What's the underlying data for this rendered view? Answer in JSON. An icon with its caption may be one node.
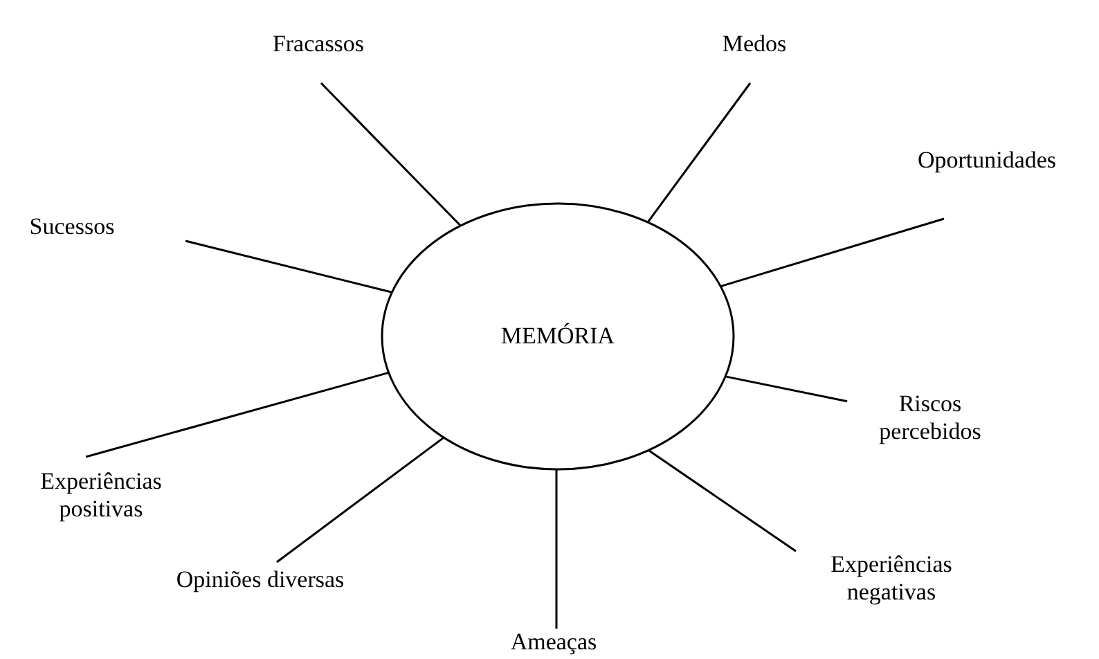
{
  "diagram": {
    "nodes": [
      {
        "text": [
          "MEMÓRIA"
        ]
      },
      {
        "text": [
          "Fracassos"
        ]
      },
      {
        "text": [
          "Medos"
        ]
      },
      {
        "text": [
          "Sucessos"
        ]
      },
      {
        "text": [
          "Oportunidades"
        ]
      },
      {
        "text": [
          "Riscos percebidos"
        ]
      },
      {
        "text": [
          "Experiências positivas"
        ]
      },
      {
        "text": [
          "Opiniões diversas"
        ]
      },
      {
        "text": [
          "Experiências negativas"
        ]
      },
      {
        "text": [
          "Ameaças"
        ]
      }
    ],
    "edges": [
      {
        "from": 0,
        "to": 1,
        "arrow": "none"
      },
      {
        "from": 0,
        "to": 2,
        "arrow": "none"
      },
      {
        "from": 0,
        "to": 3,
        "arrow": "none"
      },
      {
        "from": 0,
        "to": 4,
        "arrow": "none"
      },
      {
        "from": 0,
        "to": 5,
        "arrow": "none"
      },
      {
        "from": 0,
        "to": 6,
        "arrow": "none"
      },
      {
        "from": 0,
        "to": 7,
        "arrow": "none"
      },
      {
        "from": 0,
        "to": 8,
        "arrow": "none"
      },
      {
        "from": 0,
        "to": 9,
        "arrow": "none"
      }
    ]
  }
}
